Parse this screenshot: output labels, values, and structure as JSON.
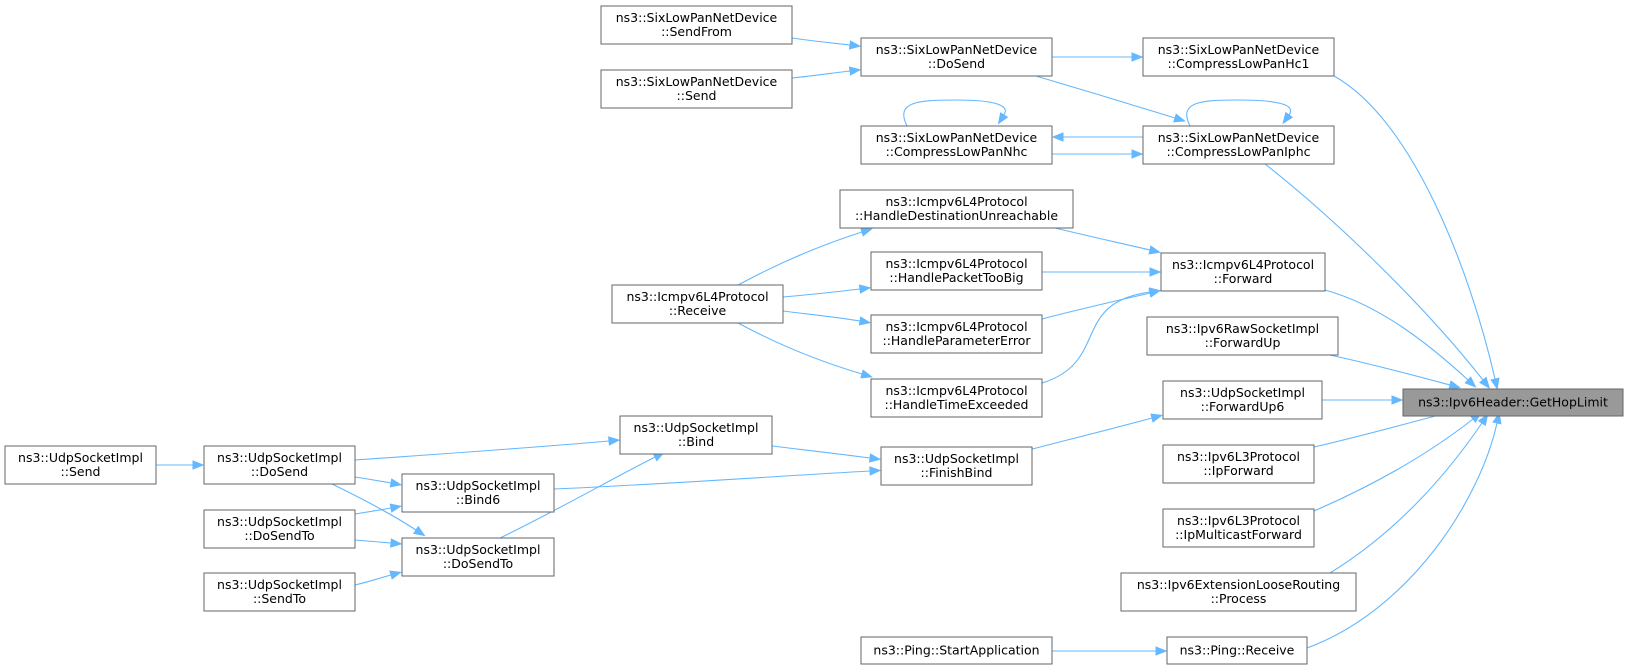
{
  "graph": {
    "colors": {
      "edge": "#63b8ff",
      "node_border": "#666666",
      "target_fill": "#999999",
      "node_fill": "#ffffff"
    },
    "nodes": [
      {
        "id": "target",
        "lines": [
          "ns3::Ipv6Header::GetHopLimit"
        ],
        "target": true
      },
      {
        "id": "sixlowpan-sendfrom",
        "lines": [
          "ns3::SixLowPanNetDevice",
          "::SendFrom"
        ]
      },
      {
        "id": "sixlowpan-send",
        "lines": [
          "ns3::SixLowPanNetDevice",
          "::Send"
        ]
      },
      {
        "id": "sixlowpan-dosend",
        "lines": [
          "ns3::SixLowPanNetDevice",
          "::DoSend"
        ]
      },
      {
        "id": "sixlowpan-hc1",
        "lines": [
          "ns3::SixLowPanNetDevice",
          "::CompressLowPanHc1"
        ]
      },
      {
        "id": "sixlowpan-nhc",
        "lines": [
          "ns3::SixLowPanNetDevice",
          "::CompressLowPanNhc"
        ]
      },
      {
        "id": "sixlowpan-iphc",
        "lines": [
          "ns3::SixLowPanNetDevice",
          "::CompressLowPanIphc"
        ]
      },
      {
        "id": "icmp-hdu",
        "lines": [
          "ns3::Icmpv6L4Protocol",
          "::HandleDestinationUnreachable"
        ]
      },
      {
        "id": "icmp-hptb",
        "lines": [
          "ns3::Icmpv6L4Protocol",
          "::HandlePacketTooBig"
        ]
      },
      {
        "id": "icmp-hpe",
        "lines": [
          "ns3::Icmpv6L4Protocol",
          "::HandleParameterError"
        ]
      },
      {
        "id": "icmp-hte",
        "lines": [
          "ns3::Icmpv6L4Protocol",
          "::HandleTimeExceeded"
        ]
      },
      {
        "id": "icmp-receive",
        "lines": [
          "ns3::Icmpv6L4Protocol",
          "::Receive"
        ]
      },
      {
        "id": "icmp-forward",
        "lines": [
          "ns3::Icmpv6L4Protocol",
          "::Forward"
        ]
      },
      {
        "id": "raw-forwardup",
        "lines": [
          "ns3::Ipv6RawSocketImpl",
          "::ForwardUp"
        ]
      },
      {
        "id": "udp-forwardup6",
        "lines": [
          "ns3::UdpSocketImpl",
          "::ForwardUp6"
        ]
      },
      {
        "id": "udp-finishbind",
        "lines": [
          "ns3::UdpSocketImpl",
          "::FinishBind"
        ]
      },
      {
        "id": "udp-bind",
        "lines": [
          "ns3::UdpSocketImpl",
          "::Bind"
        ]
      },
      {
        "id": "udp-bind6",
        "lines": [
          "ns3::UdpSocketImpl",
          "::Bind6"
        ]
      },
      {
        "id": "udp-dosend",
        "lines": [
          "ns3::UdpSocketImpl",
          "::DoSend"
        ]
      },
      {
        "id": "udp-send",
        "lines": [
          "ns3::UdpSocketImpl",
          "::Send"
        ]
      },
      {
        "id": "udp-dosendto-left",
        "lines": [
          "ns3::UdpSocketImpl",
          "::DoSendTo"
        ]
      },
      {
        "id": "udp-dosendto-mid",
        "lines": [
          "ns3::UdpSocketImpl",
          "::DoSendTo"
        ]
      },
      {
        "id": "udp-sendto",
        "lines": [
          "ns3::UdpSocketImpl",
          "::SendTo"
        ]
      },
      {
        "id": "ipv6l3-ipforward",
        "lines": [
          "ns3::Ipv6L3Protocol",
          "::IpForward"
        ]
      },
      {
        "id": "ipv6l3-ipmcast",
        "lines": [
          "ns3::Ipv6L3Protocol",
          "::IpMulticastForward"
        ]
      },
      {
        "id": "ext-looserouting",
        "lines": [
          "ns3::Ipv6ExtensionLooseRouting",
          "::Process"
        ]
      },
      {
        "id": "ping-receive",
        "lines": [
          "ns3::Ping::Receive"
        ]
      },
      {
        "id": "ping-startapp",
        "lines": [
          "ns3::Ping::StartApplication"
        ]
      }
    ],
    "edges": [
      {
        "from": "sixlowpan-sendfrom",
        "to": "sixlowpan-dosend"
      },
      {
        "from": "sixlowpan-send",
        "to": "sixlowpan-dosend"
      },
      {
        "from": "sixlowpan-dosend",
        "to": "sixlowpan-hc1"
      },
      {
        "from": "sixlowpan-dosend",
        "to": "sixlowpan-iphc"
      },
      {
        "from": "sixlowpan-hc1",
        "to": "target"
      },
      {
        "from": "sixlowpan-nhc",
        "to": "sixlowpan-nhc"
      },
      {
        "from": "sixlowpan-nhc",
        "to": "sixlowpan-iphc"
      },
      {
        "from": "sixlowpan-iphc",
        "to": "sixlowpan-iphc"
      },
      {
        "from": "sixlowpan-iphc",
        "to": "sixlowpan-nhc"
      },
      {
        "from": "sixlowpan-iphc",
        "to": "target"
      },
      {
        "from": "icmp-receive",
        "to": "icmp-hdu"
      },
      {
        "from": "icmp-receive",
        "to": "icmp-hptb"
      },
      {
        "from": "icmp-receive",
        "to": "icmp-hpe"
      },
      {
        "from": "icmp-receive",
        "to": "icmp-hte"
      },
      {
        "from": "icmp-hdu",
        "to": "icmp-forward"
      },
      {
        "from": "icmp-hptb",
        "to": "icmp-forward"
      },
      {
        "from": "icmp-hpe",
        "to": "icmp-forward"
      },
      {
        "from": "icmp-hte",
        "to": "icmp-forward"
      },
      {
        "from": "icmp-forward",
        "to": "target"
      },
      {
        "from": "raw-forwardup",
        "to": "target"
      },
      {
        "from": "udp-forwardup6",
        "to": "target"
      },
      {
        "from": "udp-finishbind",
        "to": "udp-forwardup6"
      },
      {
        "from": "udp-bind",
        "to": "udp-finishbind"
      },
      {
        "from": "udp-bind6",
        "to": "udp-finishbind"
      },
      {
        "from": "udp-dosend",
        "to": "udp-bind"
      },
      {
        "from": "udp-dosend",
        "to": "udp-bind6"
      },
      {
        "from": "udp-dosend",
        "to": "udp-dosendto-mid"
      },
      {
        "from": "udp-send",
        "to": "udp-dosend"
      },
      {
        "from": "udp-dosendto-left",
        "to": "udp-bind6"
      },
      {
        "from": "udp-dosendto-left",
        "to": "udp-dosendto-mid"
      },
      {
        "from": "udp-dosendto-mid",
        "to": "udp-bind"
      },
      {
        "from": "udp-sendto",
        "to": "udp-dosendto-mid"
      },
      {
        "from": "ipv6l3-ipforward",
        "to": "target"
      },
      {
        "from": "ipv6l3-ipmcast",
        "to": "target"
      },
      {
        "from": "ext-looserouting",
        "to": "target"
      },
      {
        "from": "ping-receive",
        "to": "target"
      },
      {
        "from": "ping-startapp",
        "to": "ping-receive"
      }
    ]
  }
}
